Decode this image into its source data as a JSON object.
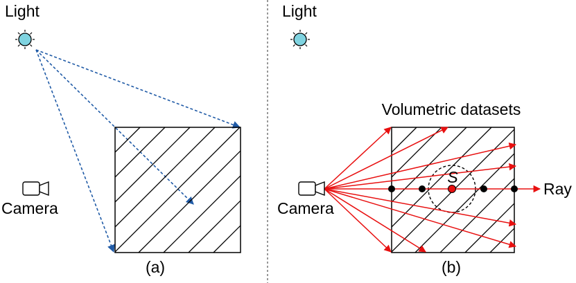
{
  "panel_a": {
    "light_label": "Light",
    "camera_label": "Camera",
    "caption": "(a)"
  },
  "panel_b": {
    "light_label": "Light",
    "camera_label": "Camera",
    "volume_label": "Volumetric datasets",
    "sample_label": "S",
    "ray_label": "Ray",
    "caption": "(b)"
  },
  "colors": {
    "light_fill": "#7fd3e0",
    "dashed_ray": "#1f5aa6",
    "camera_ray": "#e81010",
    "sample_point": "#e81010",
    "other_points": "#000000"
  }
}
